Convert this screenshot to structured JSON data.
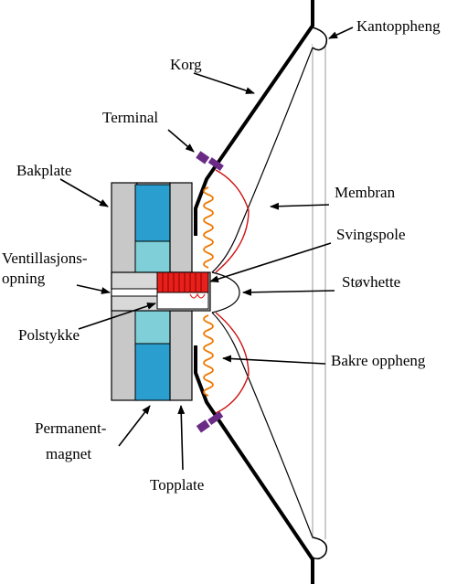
{
  "labels": {
    "kantoppheng": "Kantoppheng",
    "korg": "Korg",
    "terminal": "Terminal",
    "bakplate": "Bakplate",
    "membran": "Membran",
    "svingspole": "Svingspole",
    "ventillasjon_line1": "Ventillasjons-",
    "ventillasjon_line2": "opning",
    "stovhette": "Støvhette",
    "polstykke": "Polstykke",
    "bakre_oppheng": "Bakre oppheng",
    "permanent_line1": "Permanent-",
    "permanent_line2": "magnet",
    "topplate": "Topplate"
  },
  "colors": {
    "plate_gray": "#c8c8c8",
    "magnet_dark": "#2a9fcf",
    "magnet_light": "#7ecfd8",
    "coil_red": "#e8201c",
    "spring_orange": "#f07800",
    "terminal_purple": "#6a2a86",
    "membrane_red": "#d01010"
  }
}
